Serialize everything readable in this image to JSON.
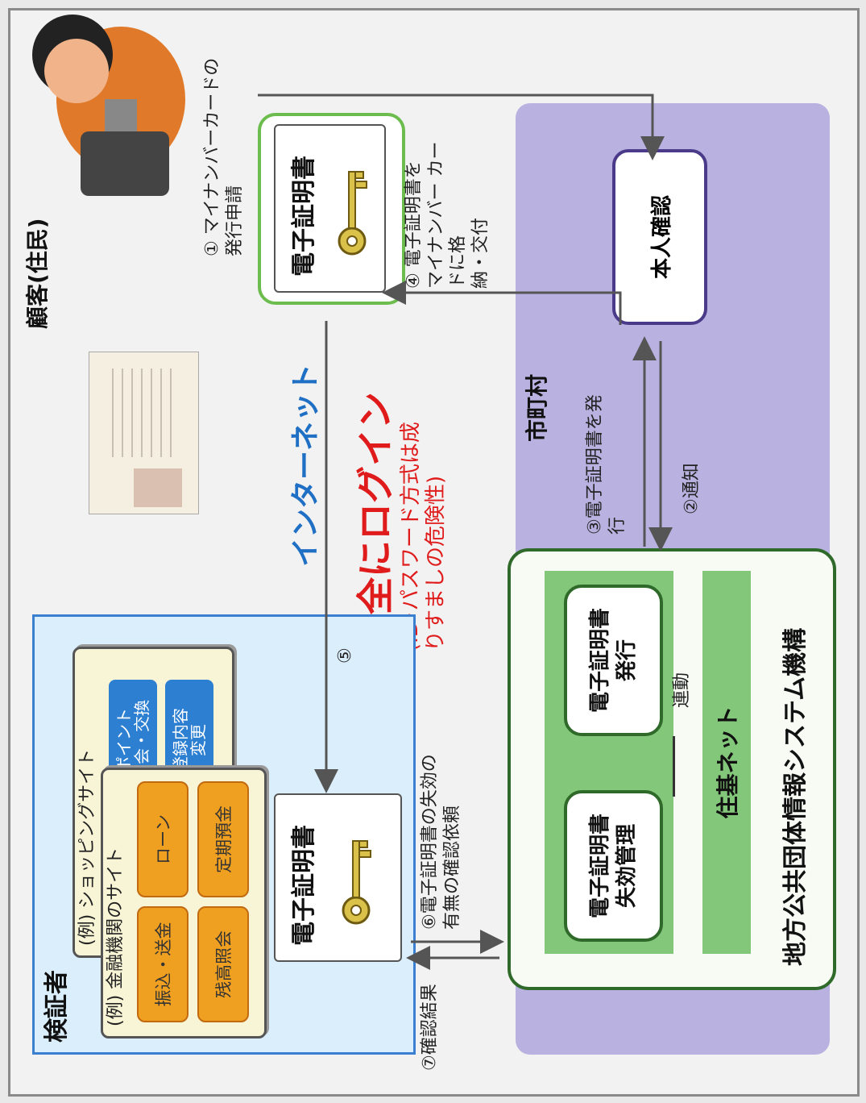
{
  "customer": {
    "title": "顧客(住民)"
  },
  "municipality": {
    "title": "市町村",
    "identity_check": "本人確認"
  },
  "jlis": {
    "title": "地方公共団体情報システム機構",
    "juki_net": "住基ネット",
    "cert_issue": "電子証明書\n発行",
    "cert_revocation": "電子証明書\n失効管理",
    "link": "連動"
  },
  "internet": {
    "label": "インターネット",
    "safe_login": "安全にログイン",
    "risk_note": "(ID･パスワード方式は成\nりすましの危険性)"
  },
  "certificate": {
    "title": "電子証明書"
  },
  "verifier": {
    "title": "検証者",
    "shopping_site": "(例) ショッピングサイト",
    "shopping_buttons": [
      "ポイント\n照会・交換",
      "登録内容\n変更"
    ],
    "bank_site": "(例) 金融機関のサイト",
    "bank_buttons": [
      "振込・送金",
      "ローン",
      "残高照会",
      "定期預金"
    ]
  },
  "steps": {
    "s1": "① マイナンバーカードの\n発行申請",
    "s2": "②通知",
    "s3": "③電子証明書を発\n行",
    "s4": "④ 電子証明書を\nマイナンバー カー\nドに格\n納・交付",
    "s5": "⑤",
    "s6": "⑥電子証明書の失効の\n有無の確認依頼",
    "s7": "⑦確認結果"
  },
  "colors": {
    "municipality_bg": "#b9b1e0",
    "jlis_border": "#2f6a2a",
    "juki_green": "#83c77a",
    "verifier_border": "#3a7fd0",
    "internet_text": "#1f6fc4",
    "safe_login_text": "#e01b1b"
  }
}
